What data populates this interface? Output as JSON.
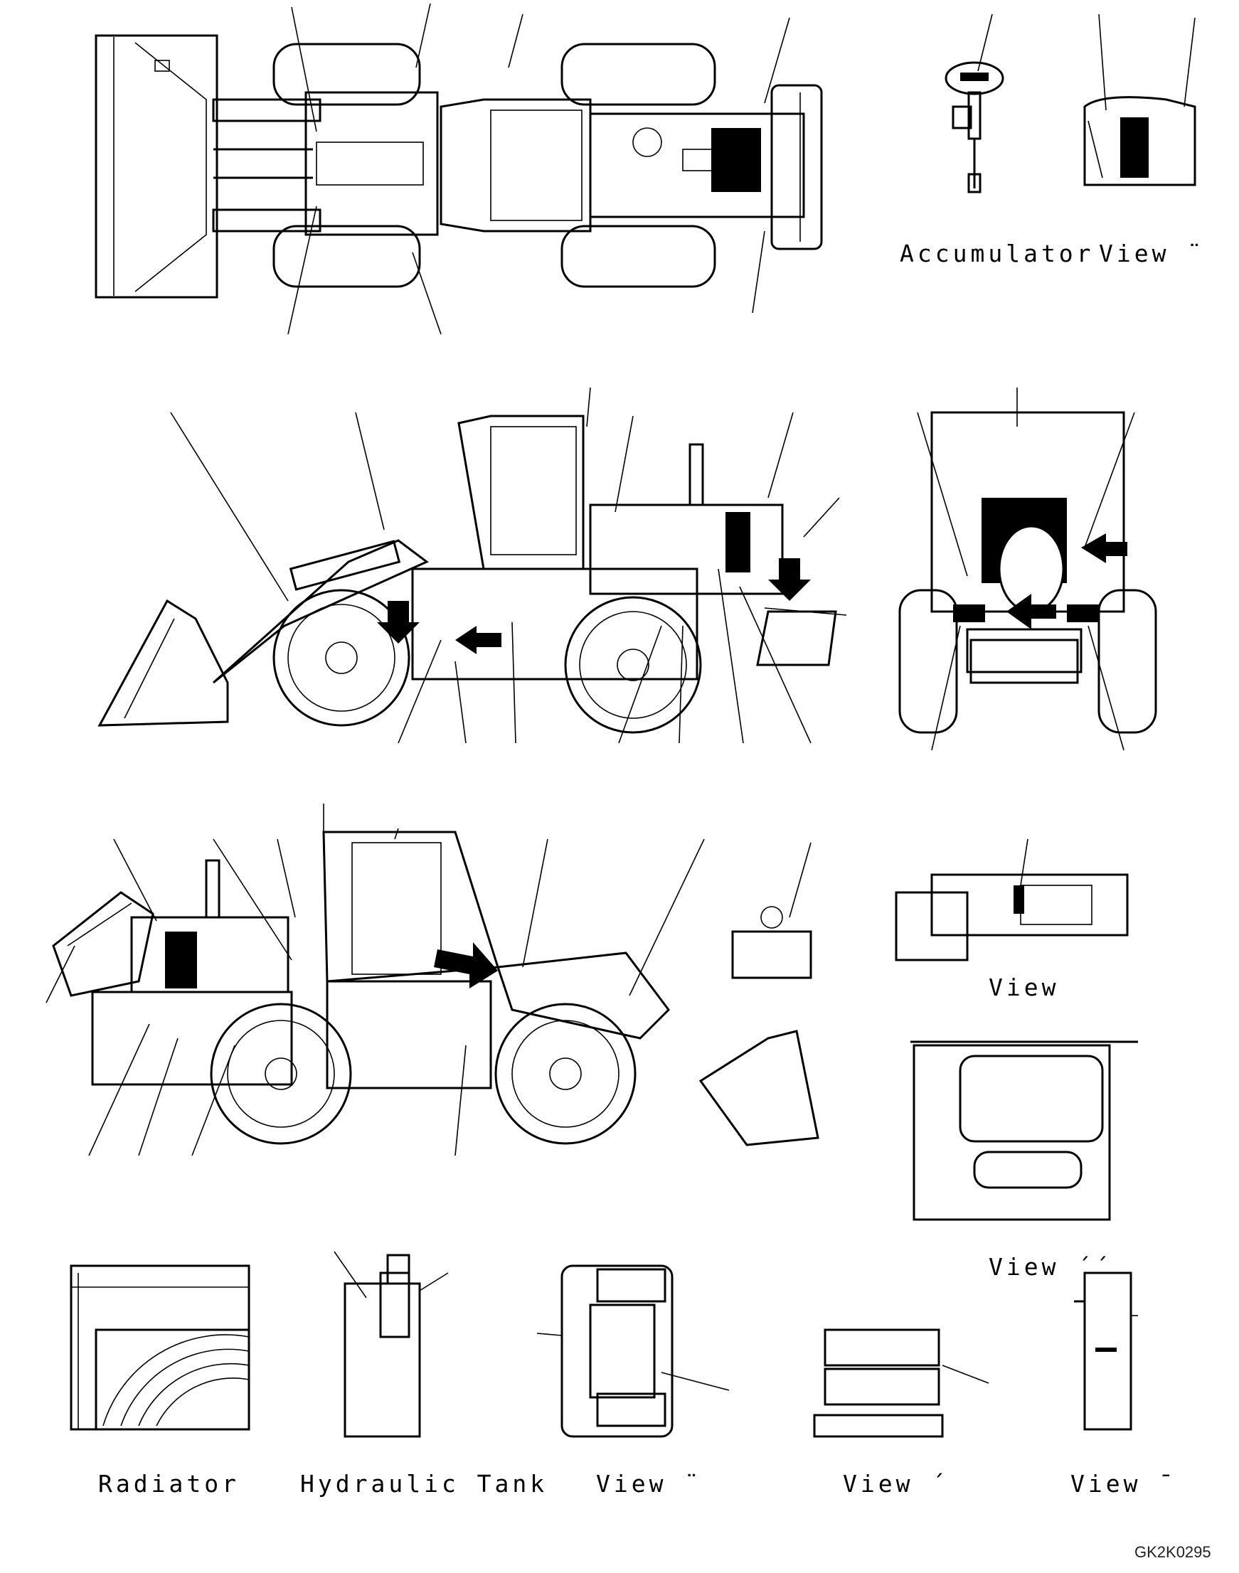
{
  "labels": {
    "accumulator": "Accumulator",
    "view_top_right": "View ¨",
    "view_side_right": "View",
    "view_frame": "View ´´",
    "radiator": "Radiator",
    "hydraulic_tank": "Hydraulic Tank",
    "view_bottom_1": "View ¨",
    "view_bottom_2": "View ´",
    "view_bottom_3": "View ¯",
    "drawing_code": "GK2K0295"
  }
}
